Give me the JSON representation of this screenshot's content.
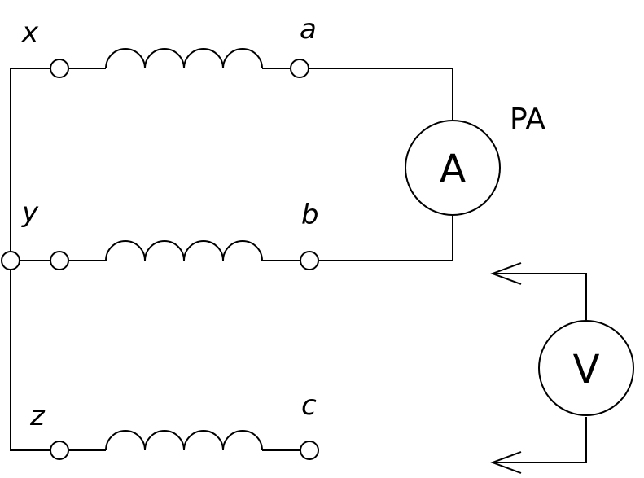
{
  "terminals": {
    "x": "x",
    "y": "y",
    "z": "z",
    "a": "a",
    "b": "b",
    "c": "c"
  },
  "ammeter": {
    "symbol": "A",
    "designation": "PA"
  },
  "voltmeter": {
    "symbol": "V"
  }
}
